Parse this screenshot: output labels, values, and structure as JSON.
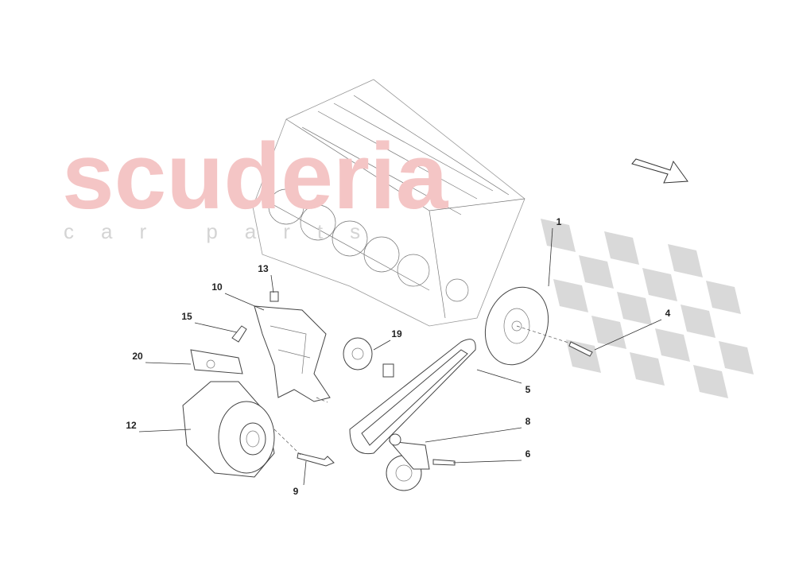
{
  "watermark": {
    "brand": "scuderia",
    "sub": "car parts",
    "brand_color": "#f4c5c5",
    "flag_color": "#d9d9d9"
  },
  "direction_arrow": {
    "icon": "arrow-down-right-icon"
  },
  "callouts": [
    {
      "label": "1",
      "part": "pulley"
    },
    {
      "label": "4",
      "part": "bolt"
    },
    {
      "label": "5",
      "part": "belt"
    },
    {
      "label": "8",
      "part": "tensioner"
    },
    {
      "label": "6",
      "part": "bolt"
    },
    {
      "label": "9",
      "part": "bolt"
    },
    {
      "label": "12",
      "part": "alternator"
    },
    {
      "label": "20",
      "part": "connector"
    },
    {
      "label": "15",
      "part": "bolt"
    },
    {
      "label": "10",
      "part": "bracket"
    },
    {
      "label": "13",
      "part": "sleeve"
    },
    {
      "label": "19",
      "part": "idler-pulley"
    }
  ]
}
